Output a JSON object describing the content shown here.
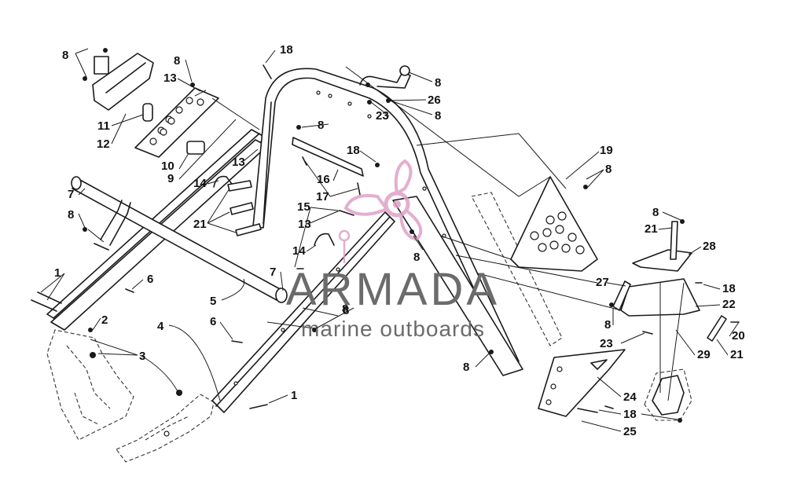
{
  "watermark": {
    "brand": "ARMADA",
    "tagline": "marine outboards",
    "logo_color": "#e0a0c8",
    "text_color": "#6b6b6b"
  },
  "callouts": [
    {
      "id": "c1a",
      "label": "1"
    },
    {
      "id": "c1b",
      "label": "1"
    },
    {
      "id": "c2",
      "label": "2"
    },
    {
      "id": "c3",
      "label": "3"
    },
    {
      "id": "c4",
      "label": "4"
    },
    {
      "id": "c5",
      "label": "5"
    },
    {
      "id": "c6a",
      "label": "6"
    },
    {
      "id": "c6b",
      "label": "6"
    },
    {
      "id": "c7a",
      "label": "7"
    },
    {
      "id": "c7b",
      "label": "7"
    },
    {
      "id": "c8a",
      "label": "8"
    },
    {
      "id": "c8b",
      "label": "8"
    },
    {
      "id": "c8c",
      "label": "8"
    },
    {
      "id": "c8d",
      "label": "8"
    },
    {
      "id": "c8e",
      "label": "8"
    },
    {
      "id": "c8f",
      "label": "8"
    },
    {
      "id": "c8g",
      "label": "8"
    },
    {
      "id": "c8h",
      "label": "8"
    },
    {
      "id": "c8i",
      "label": "8"
    },
    {
      "id": "c8j",
      "label": "8"
    },
    {
      "id": "c8k",
      "label": "8"
    },
    {
      "id": "c8l",
      "label": "8"
    },
    {
      "id": "c8m",
      "label": "8"
    },
    {
      "id": "c9",
      "label": "9"
    },
    {
      "id": "c10",
      "label": "10"
    },
    {
      "id": "c11",
      "label": "11"
    },
    {
      "id": "c12",
      "label": "12"
    },
    {
      "id": "c13a",
      "label": "13"
    },
    {
      "id": "c13b",
      "label": "13"
    },
    {
      "id": "c13c",
      "label": "13"
    },
    {
      "id": "c14a",
      "label": "14"
    },
    {
      "id": "c14b",
      "label": "14"
    },
    {
      "id": "c15",
      "label": "15"
    },
    {
      "id": "c16",
      "label": "16"
    },
    {
      "id": "c17",
      "label": "17"
    },
    {
      "id": "c18a",
      "label": "18"
    },
    {
      "id": "c18b",
      "label": "18"
    },
    {
      "id": "c18c",
      "label": "18"
    },
    {
      "id": "c18d",
      "label": "18"
    },
    {
      "id": "c19",
      "label": "19"
    },
    {
      "id": "c20",
      "label": "20"
    },
    {
      "id": "c21a",
      "label": "21"
    },
    {
      "id": "c21b",
      "label": "21"
    },
    {
      "id": "c21c",
      "label": "21"
    },
    {
      "id": "c22",
      "label": "22"
    },
    {
      "id": "c23a",
      "label": "23"
    },
    {
      "id": "c23b",
      "label": "23"
    },
    {
      "id": "c24",
      "label": "24"
    },
    {
      "id": "c25",
      "label": "25"
    },
    {
      "id": "c26",
      "label": "26"
    },
    {
      "id": "c27",
      "label": "27"
    },
    {
      "id": "c28",
      "label": "28"
    },
    {
      "id": "c29",
      "label": "29"
    }
  ]
}
